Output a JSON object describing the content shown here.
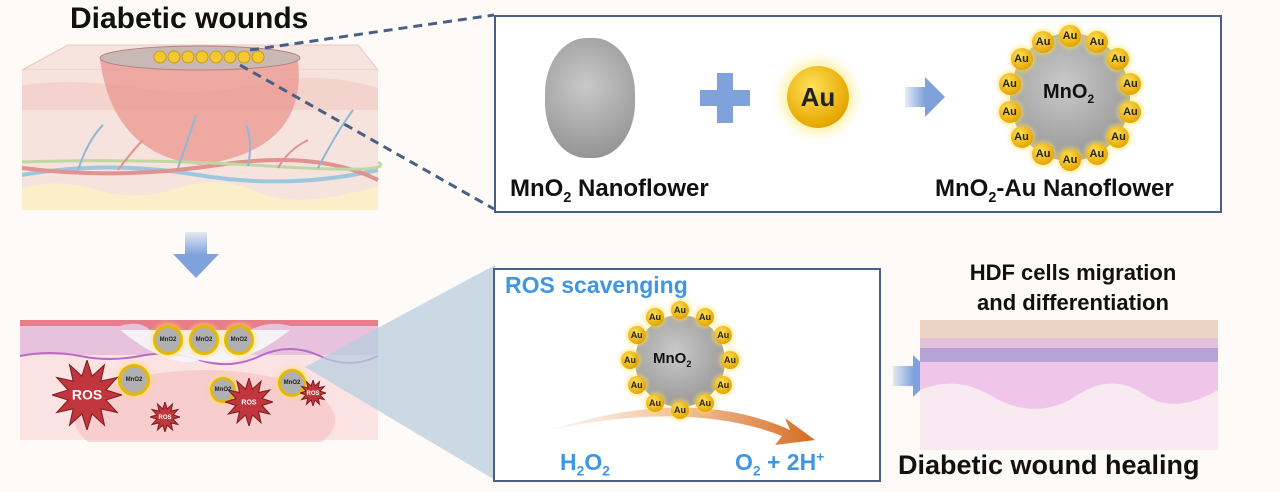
{
  "titles": {
    "diabetic_wounds": "Diabetic wounds",
    "hdf_line1": "HDF cells migration",
    "hdf_line2": "and differentiation",
    "healing": "Diabetic wound healing"
  },
  "synthesis": {
    "mno2_label": "MnO",
    "mno2_sub": "2",
    "mno2_suffix": " Nanoflower",
    "au_label": "Au",
    "product_prefix": "MnO",
    "product_sub": "2",
    "product_suffix": "-Au Nanoflower",
    "core_label": "MnO",
    "core_sub": "2"
  },
  "ros_panel": {
    "heading": "ROS scavenging",
    "reactant": "H",
    "reactant_sub1": "2",
    "reactant_mid": "O",
    "reactant_sub2": "2",
    "product": "O",
    "product_sub": "2",
    "product_rest": " + 2H",
    "product_sup": "+",
    "core_label": "MnO",
    "core_sub": "2"
  },
  "wound": {
    "ros_label": "ROS",
    "particle_label": "MnO2"
  },
  "colors": {
    "accent_blue": "#3f97e4",
    "arrow_blue": "#7fa2dc",
    "gold": "#e6a800",
    "box_border": "#4a5f86",
    "ros_red": "#c0363c"
  }
}
